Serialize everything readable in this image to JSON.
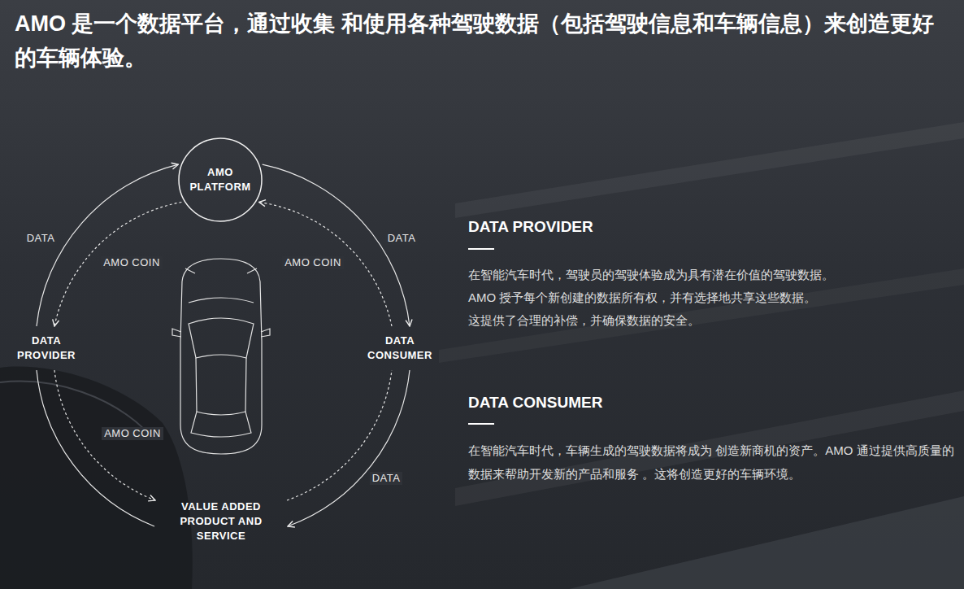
{
  "diagram": {
    "title": "AMO 是一个数据平台，通过收集 和使用各种驾驶数据（包括驾驶信息和车辆信息）来创造更好的车辆体验。",
    "nodes": [
      {
        "text": [
          "AMO PLATFORM"
        ]
      },
      {
        "text": [
          "DATA PROVIDER"
        ]
      },
      {
        "text": [
          "DATA CONSUMER"
        ]
      },
      {
        "text": [
          "VALUE ADDED PRODUCT AND SERVICE"
        ]
      }
    ],
    "edges": [
      {
        "from": 1,
        "to": 0,
        "arrow": "to",
        "label": "DATA"
      },
      {
        "from": 0,
        "to": 1,
        "arrow": "to",
        "label": "AMO COIN"
      },
      {
        "from": 0,
        "to": 2,
        "arrow": "to",
        "label": "DATA"
      },
      {
        "from": 2,
        "to": 0,
        "arrow": "to",
        "label": "AMO COIN"
      },
      {
        "from": 2,
        "to": 3,
        "arrow": "to",
        "label": "DATA"
      },
      {
        "from": 1,
        "to": 3,
        "arrow": "to",
        "label": "AMO COIN"
      },
      {
        "from": 1,
        "to": 3,
        "arrow": "none"
      },
      {
        "from": 3,
        "to": 2,
        "arrow": "none"
      }
    ],
    "labels": [
      "DATA PROVIDER",
      "在智能汽车时代，驾驶员的驾驶体验成为具有潜在价值的驾驶数据。",
      "AMO 授予每个新创建的数据所有权，并有选择地共享这些数据。",
      "这提供了合理的补偿，并确保数据的安全。",
      "DATA CONSUMER",
      "在智能汽车时代，车辆生成的驾驶数据将成为 创造新商机的资产。AMO 通过提供高质量的数据来帮助开发新的产品和服务 。这将创造更好的车辆环境。"
    ]
  }
}
